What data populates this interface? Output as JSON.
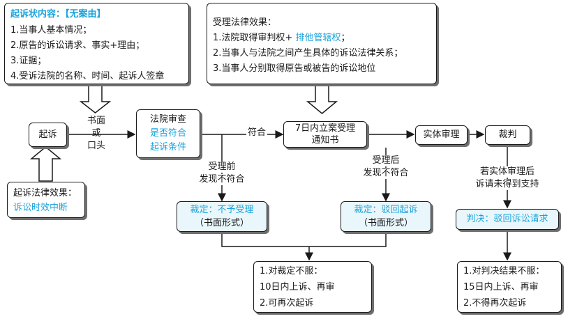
{
  "colors": {
    "accent": "#1ba3dc",
    "line": "#1a1a1a",
    "box_fill": "#e9f7fc"
  },
  "complaint": {
    "title": "起诉状内容：【无案由】",
    "items": [
      "1.当事人基本情况；",
      "2.原告的诉讼请求、事实+理由；",
      "3.证据；",
      "4.受诉法院的名称、时间、起诉人签章"
    ]
  },
  "acceptance_effect": {
    "title": "受理法律效果：",
    "item1_a": "1.法院取得审判权+ ",
    "item1_b": "排他管辖权",
    "item1_c": "；",
    "item2": "2.当事人与法院之间产生具体的诉讼法律关系；",
    "item3": "3.当事人分别取得原告或被告的诉讼地位"
  },
  "filing": {
    "label": "起诉",
    "mode": [
      "书面",
      "或",
      "口头"
    ]
  },
  "filing_effect": {
    "line1": "起诉法律效果：",
    "line2": "诉讼时效中断"
  },
  "court_review": {
    "line1": "法院审查",
    "line2": "是否符合",
    "line3": "起诉条件"
  },
  "conforms": "符合",
  "accept_notice": {
    "line1": "7日内立案受理",
    "line2": "通知书"
  },
  "substantive_trial": "实体审理",
  "judgment": "裁判",
  "before_accept": {
    "line1": "受理前",
    "line2": "发现不符合"
  },
  "after_accept": {
    "line1": "受理后",
    "line2": "发现不符合"
  },
  "ruling_no_accept": {
    "line1": "裁定：不予受理",
    "line2": "（书面形式）"
  },
  "ruling_dismiss": {
    "line1": "裁定：驳回起诉",
    "line2": "（书面形式）"
  },
  "unsupported": {
    "line1": "若实体审理后",
    "line2": "诉请未得到支持"
  },
  "judgment_dismiss": "判决：驳回诉讼请求",
  "ruling_remedy": {
    "line1": "1.对裁定不服：",
    "line2": "10日内上诉、再审",
    "line3": "2.可再次起诉"
  },
  "judgment_remedy": {
    "line1": "1.对判决结果不服：",
    "line2": "15日内上诉、再审",
    "line3": "2.不得再次起诉"
  }
}
